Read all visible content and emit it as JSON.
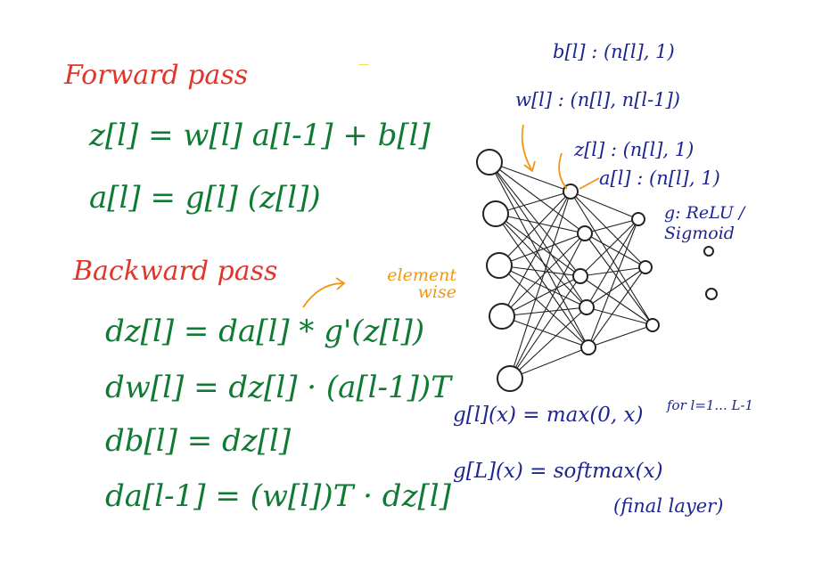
{
  "forward": {
    "heading": "Forward pass",
    "eq1": "z[l] = w[l] a[l-1] + b[l]",
    "eq2": "a[l] = g[l] (z[l])"
  },
  "backward": {
    "heading": "Backward pass",
    "note": "element wise",
    "eq1": "dz[l] = da[l] * g'(z[l])",
    "eq2": "dw[l] = dz[l] · (a[l-1])T",
    "eq3": "db[l] = dz[l]",
    "eq4": "da[l-1] = (w[l])T · dz[l]"
  },
  "shapes": {
    "b": "b[l] : (n[l], 1)",
    "w": "w[l] : (n[l], n[l-1])",
    "z": "z[l] : (n[l], 1)",
    "a": "a[l] : (n[l], 1)",
    "g": "g: ReLU / Sigmoid"
  },
  "activations": {
    "hidden": "g[l](x) = max(0, x)",
    "hidden_note": "for l=1... L-1",
    "final": "g[L](x) = softmax(x)",
    "final_note": "(final layer)"
  },
  "colors": {
    "heading": "#e2352a",
    "equations": "#0f7a33",
    "shapes": "#1c2590",
    "annotation": "#f29512"
  }
}
